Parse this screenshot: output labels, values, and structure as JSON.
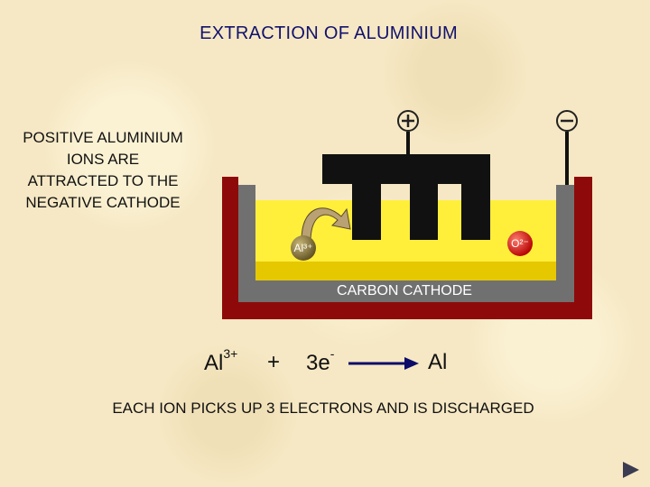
{
  "title": "EXTRACTION OF ALUMINIUM",
  "side_note": "POSITIVE ALUMINIUM IONS ARE ATTRACTED TO THE NEGATIVE CATHODE",
  "diagram": {
    "cathode_label": "CARBON CATHODE",
    "anode_terminal_symbol": "+",
    "cathode_terminal_symbol": "−",
    "ion_aluminium": "Al³⁺",
    "ion_oxide": "O²⁻"
  },
  "equation": {
    "reactant_ion": "Al",
    "reactant_ion_charge": "3+",
    "plus": "+",
    "electrons": "3e",
    "electrons_charge": "-",
    "product": "Al"
  },
  "caption": "EACH ION PICKS UP 3 ELECTRONS AND IS DISCHARGED",
  "colors": {
    "title": "#12126e",
    "electrolyte": "#ffef3a",
    "molten_aluminium": "#e6c800",
    "tank_wall": "#8e0a0a",
    "cathode_lining": "#707070",
    "anode": "#111111",
    "aluminium_ion": "#7a6a2c",
    "oxide_ion": "#d81414"
  }
}
